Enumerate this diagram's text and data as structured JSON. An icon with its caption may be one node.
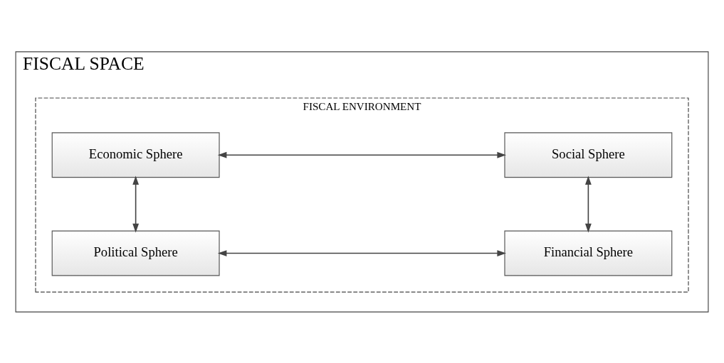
{
  "diagram": {
    "nodes": [
      {
        "text": [
          "FISCAL SPACE"
        ]
      },
      {
        "text": [
          "FISCAL ENVIRONMENT"
        ],
        "in": 0
      },
      {
        "text": [
          "Economic Sphere"
        ],
        "in": 1
      },
      {
        "text": [
          "Social Sphere"
        ],
        "in": 1
      },
      {
        "text": [
          "Political Sphere"
        ],
        "in": 1
      },
      {
        "text": [
          "Financial Sphere"
        ],
        "in": 1
      }
    ],
    "edges": [
      {
        "from": 2,
        "to": 3,
        "arrow": "both"
      },
      {
        "from": 2,
        "to": 4,
        "arrow": "both"
      },
      {
        "from": 3,
        "to": 5,
        "arrow": "both"
      },
      {
        "from": 4,
        "to": 5,
        "arrow": "both"
      }
    ]
  }
}
